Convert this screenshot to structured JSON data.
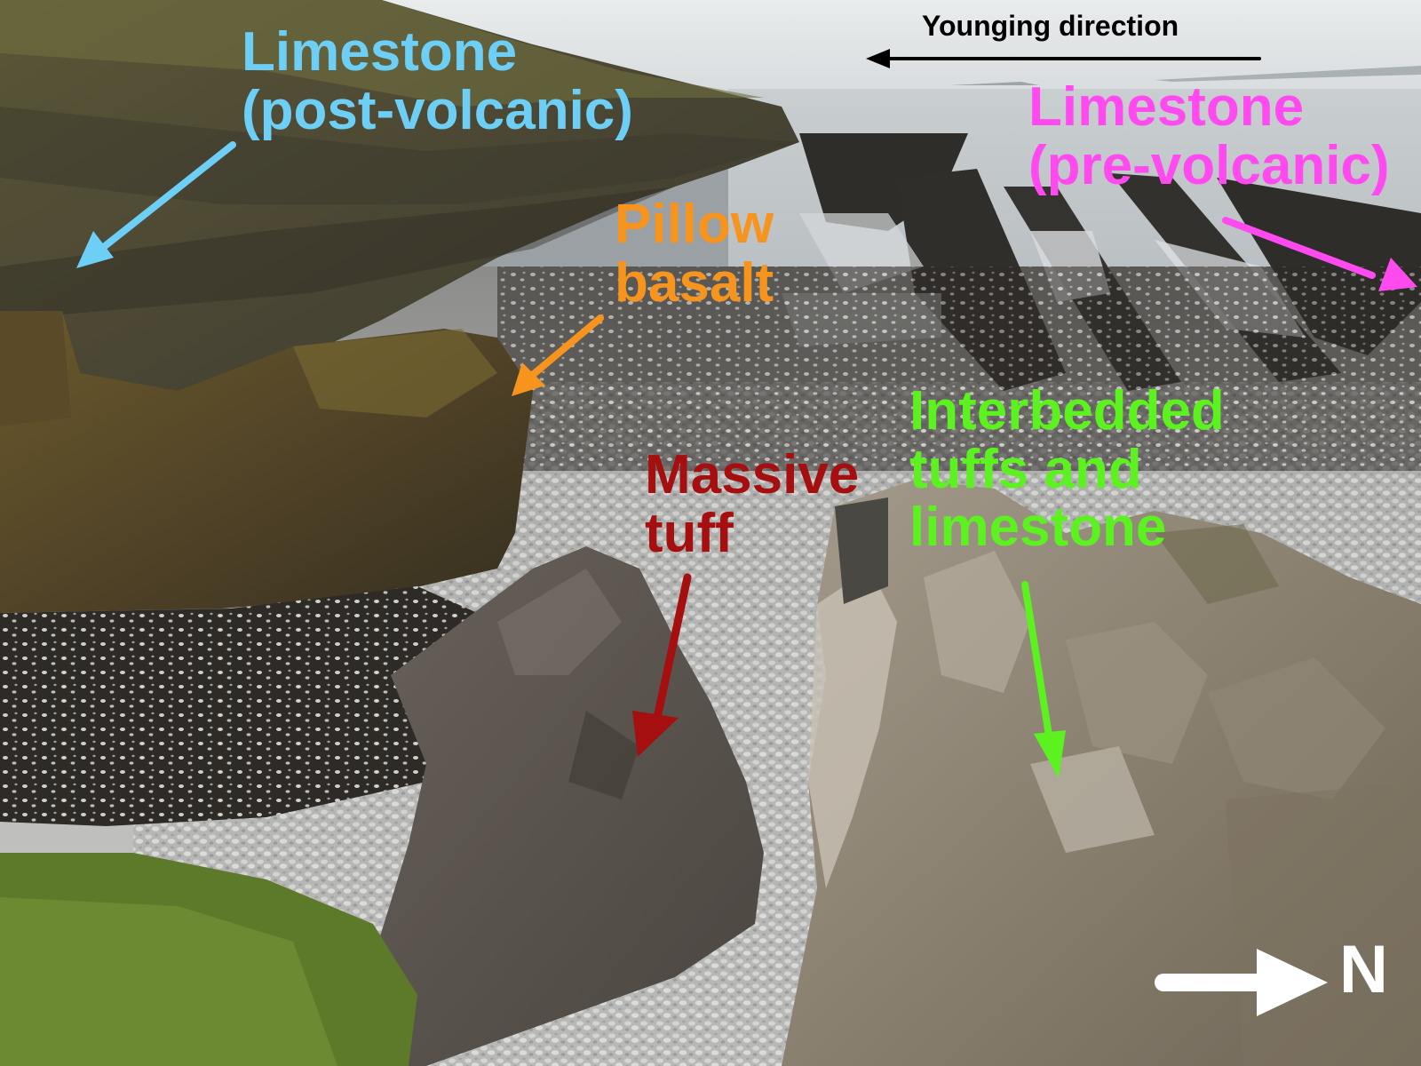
{
  "annotations": {
    "younging": {
      "text": "Younging direction"
    },
    "limestone_post": {
      "line1": "Limestone",
      "line2": "(post-volcanic)",
      "color": "#6dcff6"
    },
    "limestone_pre": {
      "line1": "Limestone",
      "line2": "(pre-volcanic)",
      "color": "#ff4af0"
    },
    "pillow_basalt": {
      "line1": "Pillow",
      "line2": "basalt",
      "color": "#f7941d"
    },
    "massive_tuff": {
      "line1": "Massive",
      "line2": "tuff",
      "color": "#a50f0f"
    },
    "interbedded": {
      "line1": "Interbedded",
      "line2": "tuffs and",
      "line3": "limestone",
      "color": "#5cf21f"
    },
    "north": {
      "text": "N",
      "color": "#ffffff"
    }
  }
}
